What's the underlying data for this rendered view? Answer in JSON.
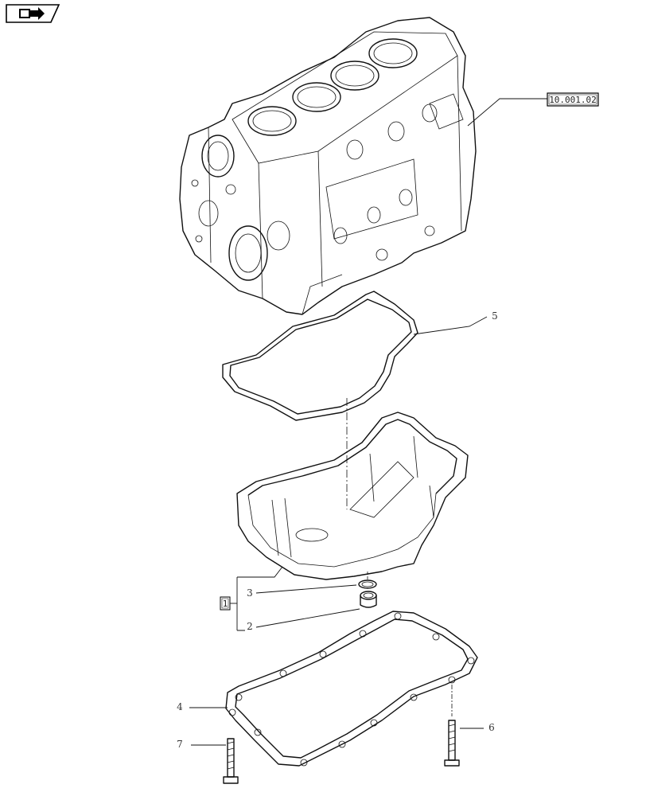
{
  "nav_button": {
    "icon": "book-arrow-icon"
  },
  "reference_box": {
    "text": "10.001.02"
  },
  "group_box": {
    "text": "1"
  },
  "callouts": {
    "c1": "5",
    "c2": "3",
    "c3": "2",
    "c4": "4",
    "c5": "6",
    "c6": "7"
  }
}
